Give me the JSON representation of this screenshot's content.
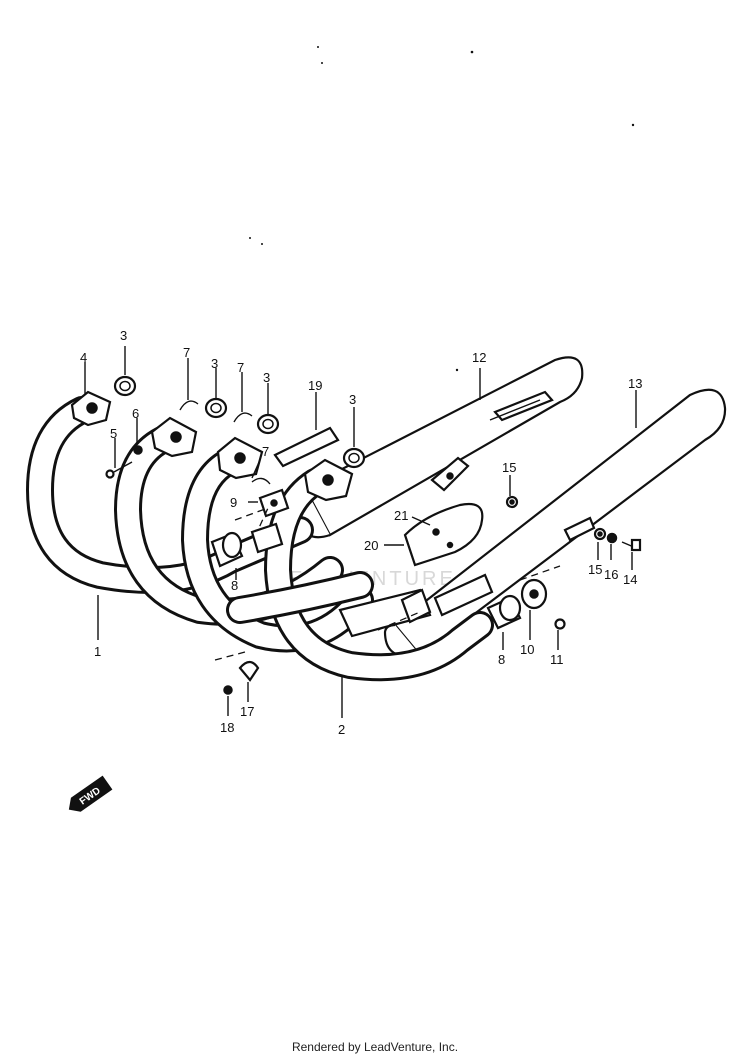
{
  "callouts": {
    "c1": "1",
    "c2": "2",
    "c3a": "3",
    "c3b": "3",
    "c3c": "3",
    "c3d": "3",
    "c4": "4",
    "c5": "5",
    "c6": "6",
    "c7a": "7",
    "c7b": "7",
    "c7c": "7",
    "c8a": "8",
    "c8b": "8",
    "c9": "9",
    "c10": "10",
    "c11": "11",
    "c12": "12",
    "c13": "13",
    "c14": "14",
    "c15a": "15",
    "c15b": "15",
    "c16": "16",
    "c17": "17",
    "c18": "18",
    "c19": "19",
    "c20": "20",
    "c21": "21"
  },
  "front_arrow_label": "FWD",
  "watermark_text": "LEADVENTURE",
  "footer_text": "Rendered by LeadVenture, Inc.",
  "colors": {
    "ink": "#111111",
    "background": "#ffffff",
    "watermark": "#d8d8d8"
  }
}
